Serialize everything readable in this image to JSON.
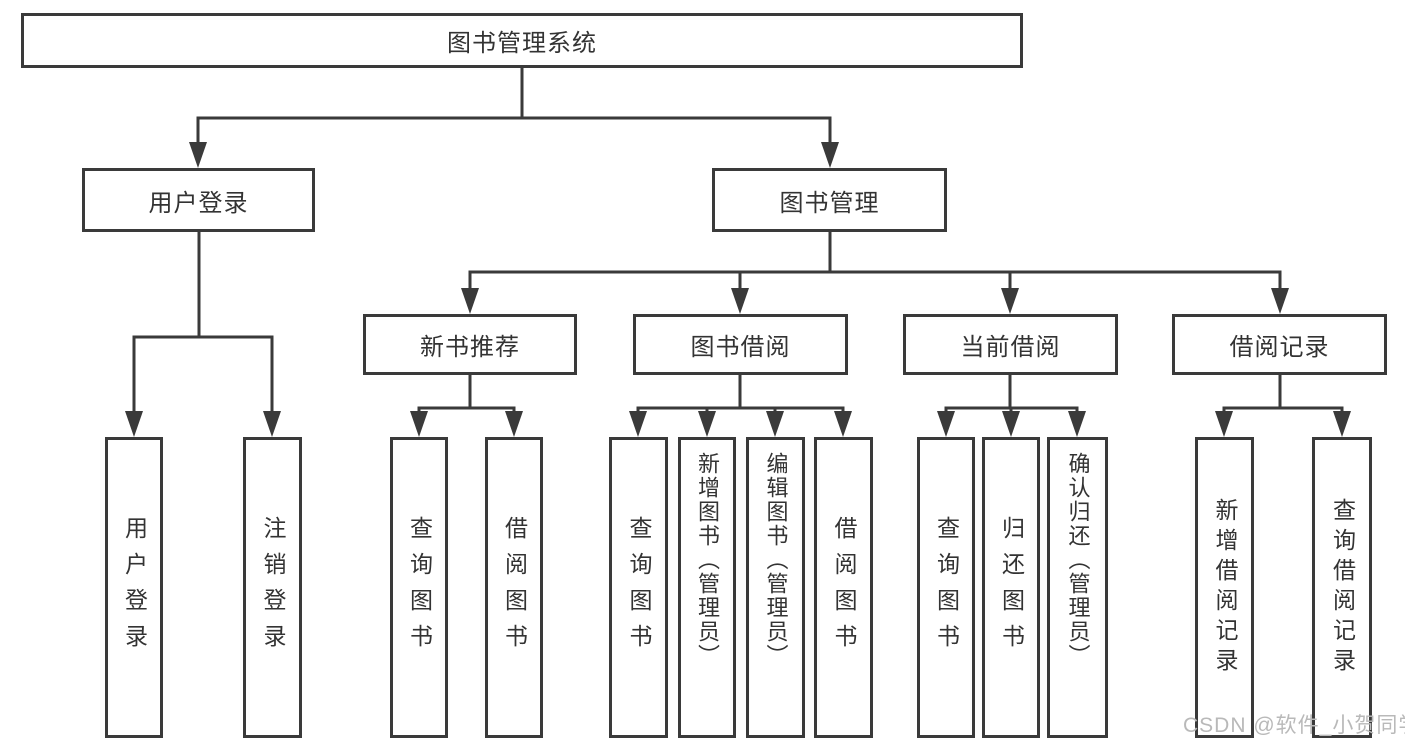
{
  "diagram": {
    "root": {
      "label": "图书管理系统"
    },
    "branches": {
      "user_login": {
        "label": "用户登录",
        "children": [
          {
            "label": "用户登录"
          },
          {
            "label": "注销登录"
          }
        ]
      },
      "book_management": {
        "label": "图书管理",
        "sections": [
          {
            "label": "新书推荐",
            "children": [
              {
                "label": "查询图书"
              },
              {
                "label": "借阅图书"
              }
            ]
          },
          {
            "label": "图书借阅",
            "children": [
              {
                "label": "查询图书"
              },
              {
                "label": "新增图书（管理员）"
              },
              {
                "label": "编辑图书（管理员）"
              },
              {
                "label": "借阅图书"
              }
            ]
          },
          {
            "label": "当前借阅",
            "children": [
              {
                "label": "查询图书"
              },
              {
                "label": "归还图书"
              },
              {
                "label": "确认归还（管理员）"
              }
            ]
          },
          {
            "label": "借阅记录",
            "children": [
              {
                "label": "新增借阅记录"
              },
              {
                "label": "查询借阅记录"
              }
            ]
          }
        ]
      }
    }
  },
  "watermark": {
    "text": "CSDN @软件_小贺同学"
  },
  "colors": {
    "line": "#3a3a3a",
    "text": "#333333",
    "watermark": "#b9b9b9",
    "background": "#ffffff"
  }
}
